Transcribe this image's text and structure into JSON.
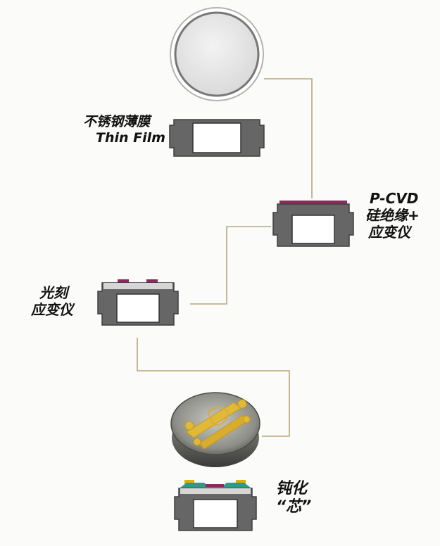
{
  "colors": {
    "background": "#fbfbf9",
    "connector": "#b7a77b",
    "housing": "#666666",
    "housing_dark": "#3f3f3f",
    "insulation_film": "#8a2b5c",
    "strain_gauge": "#8a2b5c",
    "passivation": "#2e9a8a",
    "pad": "#e2b100"
  },
  "steps": [
    {
      "id": "thin-film",
      "lines": [
        "不锈钢薄膜",
        "Thin Film"
      ]
    },
    {
      "id": "pcvd",
      "lines": [
        "P-CVD",
        "硅绝缘+",
        "应变仪"
      ]
    },
    {
      "id": "photolithography",
      "lines": [
        "光刻",
        "应变仪"
      ]
    },
    {
      "id": "passivation",
      "lines": [
        "钝化",
        "“芯”"
      ]
    }
  ]
}
